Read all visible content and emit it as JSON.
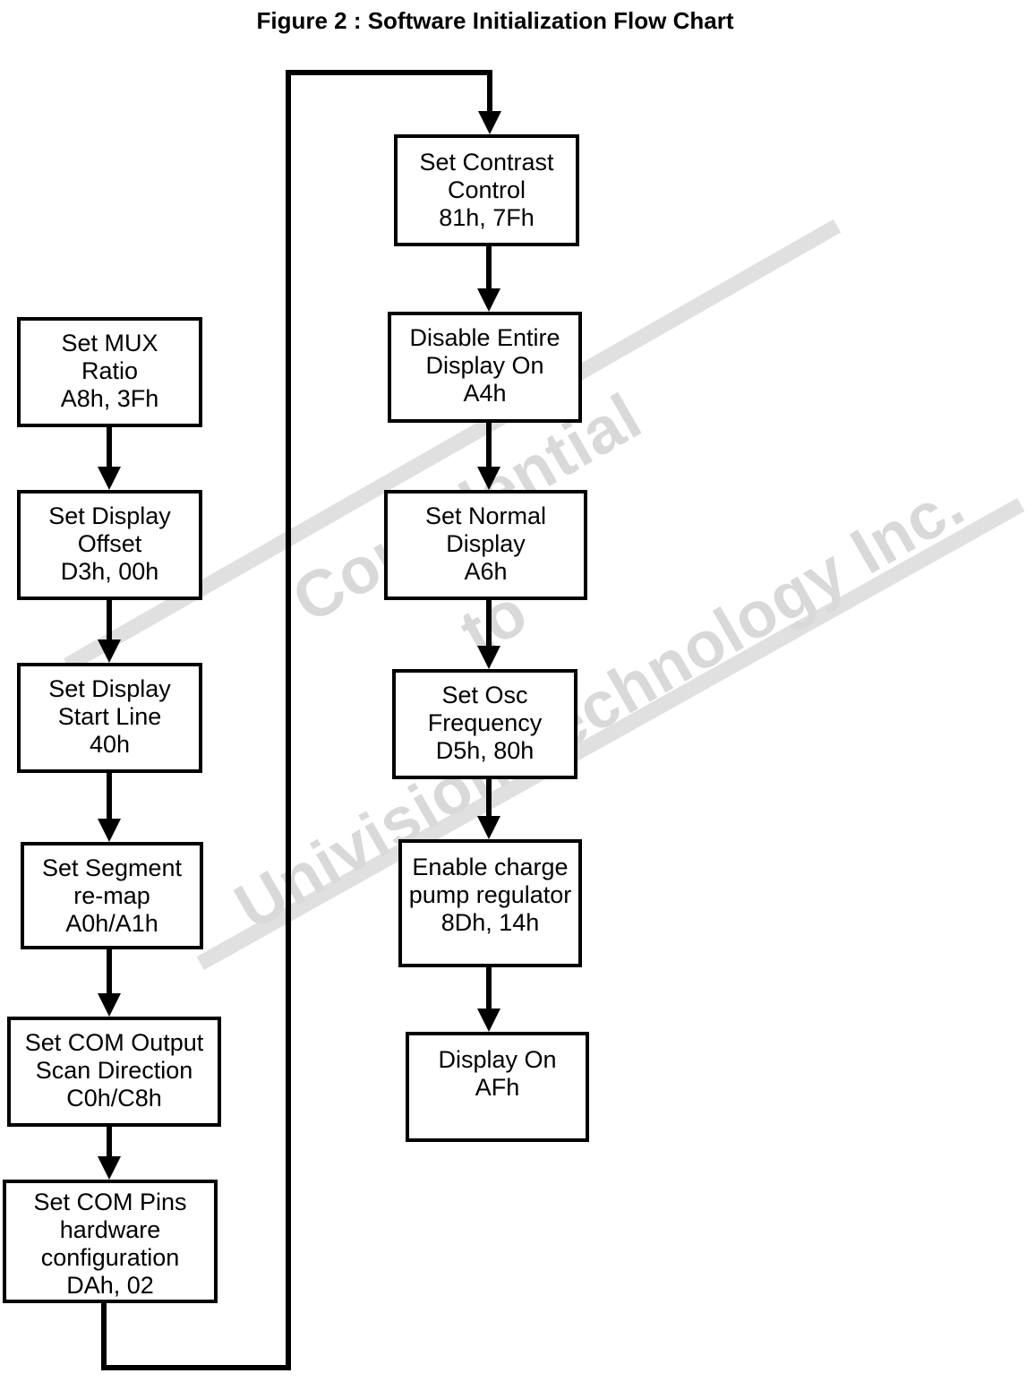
{
  "title": "Figure 2 : Software Initialization Flow Chart",
  "watermark": {
    "line1": "Confidential",
    "line2": "to",
    "line3": "Univision Technology Inc.",
    "text_color": "#d9d9d9",
    "bar_color": "#e0e0e0"
  },
  "line_color": "#000000",
  "flowchart": {
    "left_column": [
      {
        "id": "set-mux-ratio",
        "lines": [
          "Set MUX",
          "Ratio",
          "A8h, 3Fh"
        ]
      },
      {
        "id": "set-display-offset",
        "lines": [
          "Set Display",
          "Offset",
          "D3h, 00h"
        ]
      },
      {
        "id": "set-display-start-line",
        "lines": [
          "Set Display",
          "Start Line",
          "40h"
        ]
      },
      {
        "id": "set-segment-remap",
        "lines": [
          "Set Segment",
          "re-map",
          "A0h/A1h"
        ]
      },
      {
        "id": "set-com-output-scan-direction",
        "lines": [
          "Set COM Output",
          "Scan Direction",
          "C0h/C8h"
        ]
      },
      {
        "id": "set-com-pins-hardware-configuration",
        "lines": [
          "Set COM Pins",
          "hardware",
          "configuration",
          "DAh, 02"
        ]
      }
    ],
    "right_column": [
      {
        "id": "set-contrast-control",
        "lines": [
          "Set Contrast",
          "Control",
          "81h, 7Fh"
        ]
      },
      {
        "id": "disable-entire-display-on",
        "lines": [
          "Disable Entire",
          "Display On",
          "A4h"
        ]
      },
      {
        "id": "set-normal-display",
        "lines": [
          "Set Normal",
          "Display",
          "A6h"
        ]
      },
      {
        "id": "set-osc-frequency",
        "lines": [
          "Set Osc",
          "Frequency",
          "D5h, 80h"
        ]
      },
      {
        "id": "enable-charge-pump-regulator",
        "lines": [
          "Enable charge",
          "pump regulator",
          "8Dh, 14h"
        ]
      },
      {
        "id": "display-on",
        "lines": [
          "Display On",
          "AFh"
        ]
      }
    ]
  }
}
